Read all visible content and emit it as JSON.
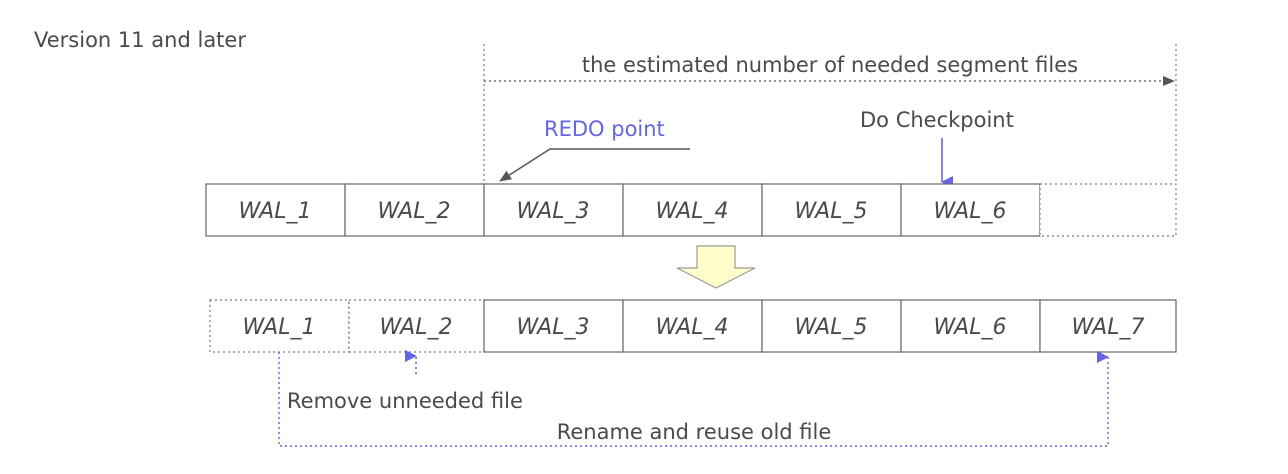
{
  "title": "Version 11 and later",
  "estimate_label": "the estimated number of needed segment files",
  "redo_label": "REDO point",
  "checkpoint_label": "Do Checkpoint",
  "remove_label": "Remove unneeded file",
  "rename_label": "Rename and reuse old file",
  "row1": [
    "WAL_1",
    "WAL_2",
    "WAL_3",
    "WAL_4",
    "WAL_5",
    "WAL_6",
    ""
  ],
  "row2": [
    "WAL_1",
    "WAL_2",
    "WAL_3",
    "WAL_4",
    "WAL_5",
    "WAL_6",
    "WAL_7"
  ],
  "colors": {
    "accent_blue": "#6464e6",
    "line_gray": "#555555",
    "arrow_fill": "#ffffcc"
  }
}
